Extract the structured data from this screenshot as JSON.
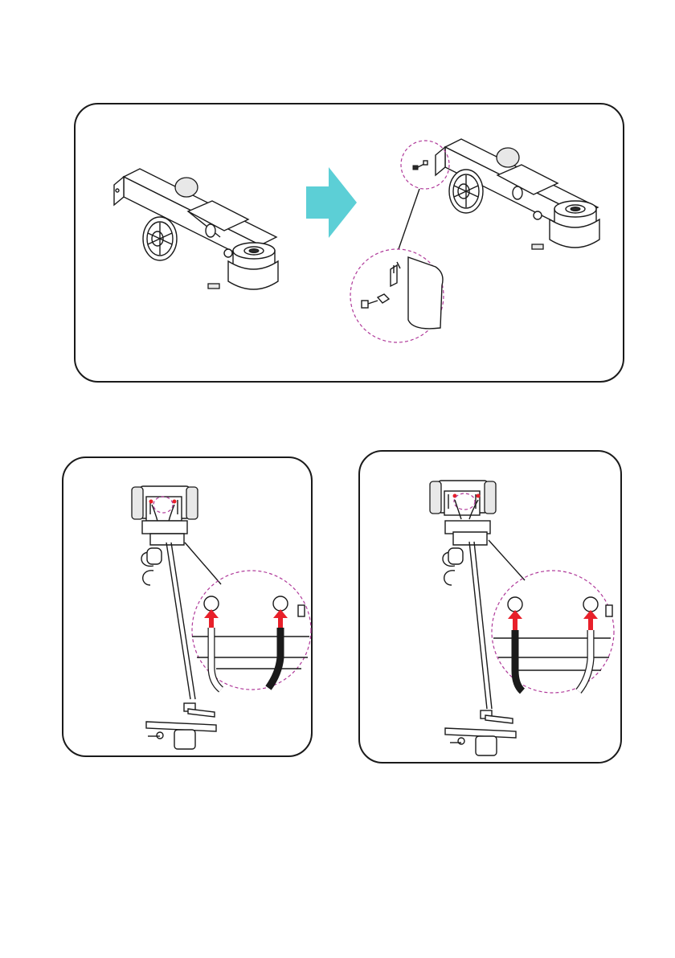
{
  "page": {
    "background": "#ffffff"
  },
  "colors": {
    "outline": "#1a1a1a",
    "arrow_step": "#5ccfd6",
    "arrow_insert": "#e8202a",
    "detail_circle": "#b03a9a",
    "cable_black": "#1a1a1a",
    "cable_white": "#ffffff"
  },
  "figures": [
    {
      "id": "step-assembly",
      "icons": [
        "machine-base-icon",
        "right-arrow-icon",
        "machine-base-icon",
        "bolt-detail-icon"
      ]
    },
    {
      "id": "cable-left",
      "icons": [
        "handle-assembly-icon",
        "cable-detail-icon"
      ],
      "cables": [
        "white",
        "black"
      ]
    },
    {
      "id": "cable-right",
      "icons": [
        "handle-assembly-icon",
        "cable-detail-icon"
      ],
      "cables": [
        "black",
        "white"
      ]
    }
  ]
}
